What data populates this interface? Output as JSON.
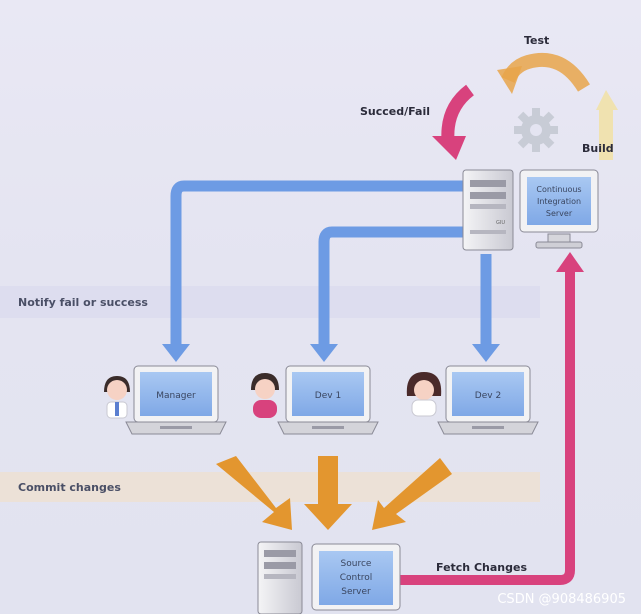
{
  "labels": {
    "test": "Test",
    "succeed_fail": "Succed/Fail",
    "build": "Build",
    "notify": "Notify fail or success",
    "commit": "Commit changes",
    "fetch": "Fetch Changes",
    "tower_tag": "GIU"
  },
  "ci_server": {
    "line1": "Continuous",
    "line2": "Integration",
    "line3": "Server"
  },
  "source_server": {
    "line1": "Source",
    "line2": "Control",
    "line3": "Server"
  },
  "machines": [
    {
      "label": "Manager"
    },
    {
      "label": "Dev 1"
    },
    {
      "label": "Dev 2"
    }
  ],
  "watermark": "CSDN @908486905",
  "colors": {
    "blue_arrow": "#6d9be4",
    "orange_arrow": "#e3962f",
    "pink_arrow": "#d8427d",
    "band": "#dcdcef",
    "commit_band": "#ece0d4"
  }
}
